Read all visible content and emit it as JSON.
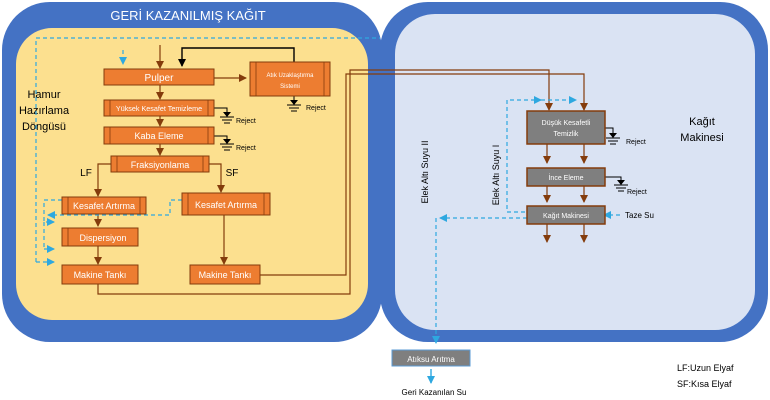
{
  "regions": {
    "recovered_paper": "GERİ KAZANILMIŞ KAĞIT",
    "stock_prep": [
      "Hamur",
      "Hazırlama",
      "Döngüsü"
    ],
    "paper_machine": [
      "Kağıt",
      "Makinesi"
    ]
  },
  "boxes": {
    "pulper": "Pulper",
    "waste_removal": [
      "Atık Uzaklaştırma",
      "Sistemi"
    ],
    "high_density_cleaning": "Yüksek Kesafet Temizleme",
    "coarse_screening": "Kaba Eleme",
    "fractionation": "Fraksiyonlama",
    "thickening_lf": "Kesafet Artırma",
    "thickening_sf": "Kesafet Artırma",
    "dispersion": "Dispersiyon",
    "machine_tank_lf": "Makine Tankı",
    "machine_tank_sf": "Makine Tankı",
    "low_density_cleaning": [
      "Düşük Kesafetli",
      "Temizlik"
    ],
    "fine_screening": "İnce Eleme",
    "paper_machine_box": "Kağıt Makinesi",
    "wastewater_treatment": "Atıksu Arıtma"
  },
  "labels": {
    "reject": "Reject",
    "lf": "LF",
    "sf": "SF",
    "white_water_1": "Elek Altı Suyu I",
    "white_water_2": "Elek Altı Suyu II",
    "fresh_water": "Taze Su",
    "recovered_water": "Geri Kazanılan Su"
  },
  "legend": {
    "lf": "LF:Uzun Elyaf",
    "sf": "SF:Kısa Elyaf"
  },
  "colors": {
    "outer_blue": "#4472C4",
    "left_fill": "#FCE08F",
    "right_fill": "#DAE3F3",
    "orange_box": "#ED7D31",
    "grey_box": "#7F7F7F",
    "brown_line": "#843C0C",
    "dashed_blue": "#2EA8E0"
  }
}
